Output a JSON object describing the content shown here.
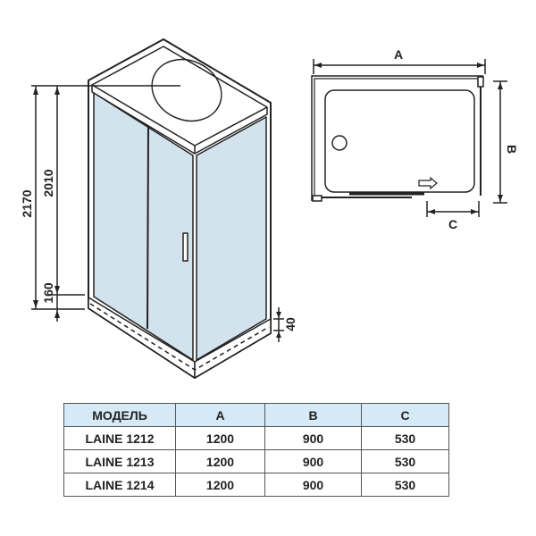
{
  "dimensions": {
    "total_height": "2170",
    "glass_height": "2010",
    "tray_height": "160",
    "tray_step": "40",
    "label_a": "A",
    "label_b": "B",
    "label_c": "C"
  },
  "colors": {
    "glass": "#d3e3ee",
    "header": "#d6e9f6",
    "line": "#222222"
  },
  "table": {
    "headers": [
      "МОДЕЛЬ",
      "A",
      "B",
      "C"
    ],
    "rows": [
      [
        "LAINE 1212",
        "1200",
        "900",
        "530"
      ],
      [
        "LAINE 1213",
        "1200",
        "900",
        "530"
      ],
      [
        "LAINE 1214",
        "1200",
        "900",
        "530"
      ]
    ]
  }
}
